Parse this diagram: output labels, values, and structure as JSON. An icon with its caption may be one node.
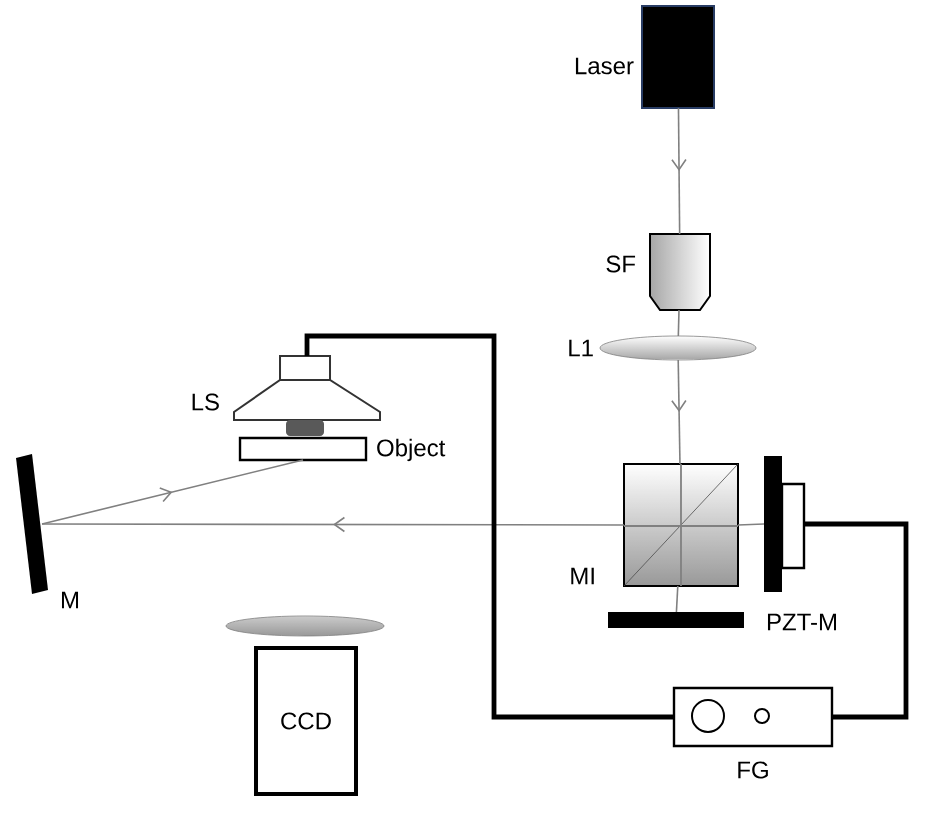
{
  "diagram": {
    "nodes": [
      {
        "text": [
          "Laser"
        ]
      },
      {
        "text": [
          "SF"
        ]
      },
      {
        "text": [
          "L1"
        ]
      },
      {
        "text": [
          "LS"
        ]
      },
      {
        "text": [
          "Object"
        ]
      },
      {
        "text": [
          "M"
        ]
      },
      {
        "text": [
          "MI"
        ]
      },
      {
        "text": [
          "PZT-M"
        ]
      },
      {
        "text": [],
        "shape": "bar"
      },
      {
        "text": [],
        "shape": "lens"
      },
      {
        "text": [
          "CCD"
        ]
      },
      {
        "text": [
          "FG"
        ]
      }
    ],
    "edges": [
      {
        "from": 0,
        "to": 1,
        "arrow": "to"
      },
      {
        "from": 1,
        "to": 2,
        "arrow": "none"
      },
      {
        "from": 2,
        "to": 6,
        "arrow": "to"
      },
      {
        "from": 6,
        "to": 8,
        "arrow": "none"
      },
      {
        "from": 6,
        "to": 5,
        "arrow": "to"
      },
      {
        "from": 6,
        "to": 7,
        "arrow": "none"
      },
      {
        "from": 5,
        "to": 4,
        "arrow": "to"
      },
      {
        "from": 3,
        "to": 11,
        "arrow": "none",
        "style": "thick",
        "color": "#000000"
      },
      {
        "from": 11,
        "to": 7,
        "arrow": "none",
        "style": "thick",
        "color": "#000000"
      }
    ]
  }
}
